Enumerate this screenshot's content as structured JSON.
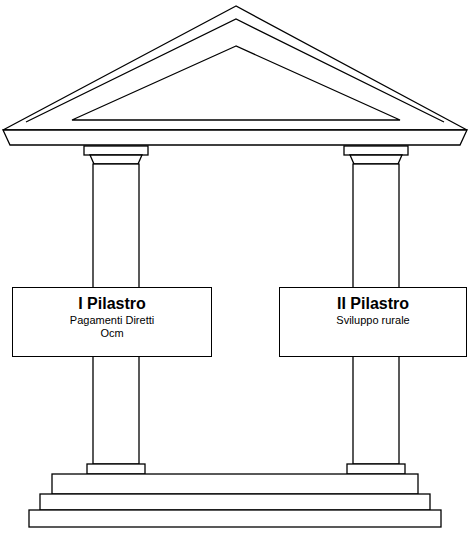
{
  "diagram": {
    "nodes": [
      {
        "text": [
          "I Pilastro",
          "Pagamenti Diretti",
          "Ocm"
        ]
      },
      {
        "text": [
          "II Pilastro",
          "Sviluppo rurale"
        ]
      }
    ]
  }
}
